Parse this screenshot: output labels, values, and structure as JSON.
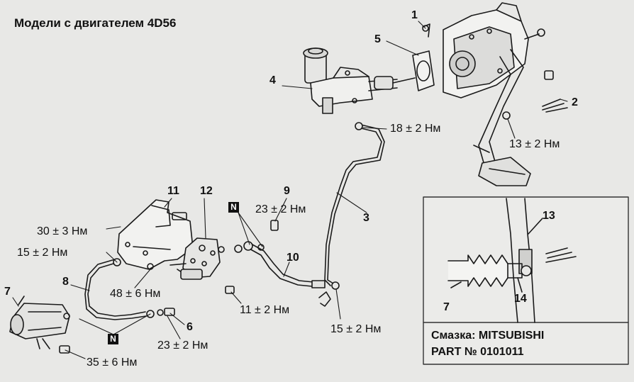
{
  "title": "Модели с двигателем 4D56",
  "callouts": [
    "1",
    "2",
    "3",
    "4",
    "5",
    "6",
    "7",
    "8",
    "9",
    "10",
    "11",
    "12",
    "13",
    "14",
    "7"
  ],
  "torques": {
    "t18": "18 ± 2 Нм",
    "t13": "13 ± 2 Нм",
    "t23a": "23 ± 2 Нм",
    "t30": "30 ± 3 Нм",
    "t15a": "15 ± 2 Нм",
    "t48": "48 ± 6 Нм",
    "t11": "11 ± 2 Нм",
    "t15b": "15 ± 2 Нм",
    "t23b": "23 ± 2 Нм",
    "t35": "35 ± 6 Нм"
  },
  "badges": [
    "N",
    "N"
  ],
  "inset": {
    "lubricant_line1": "Смазка: MITSUBISHI",
    "lubricant_line2": "PART № 0101011"
  }
}
